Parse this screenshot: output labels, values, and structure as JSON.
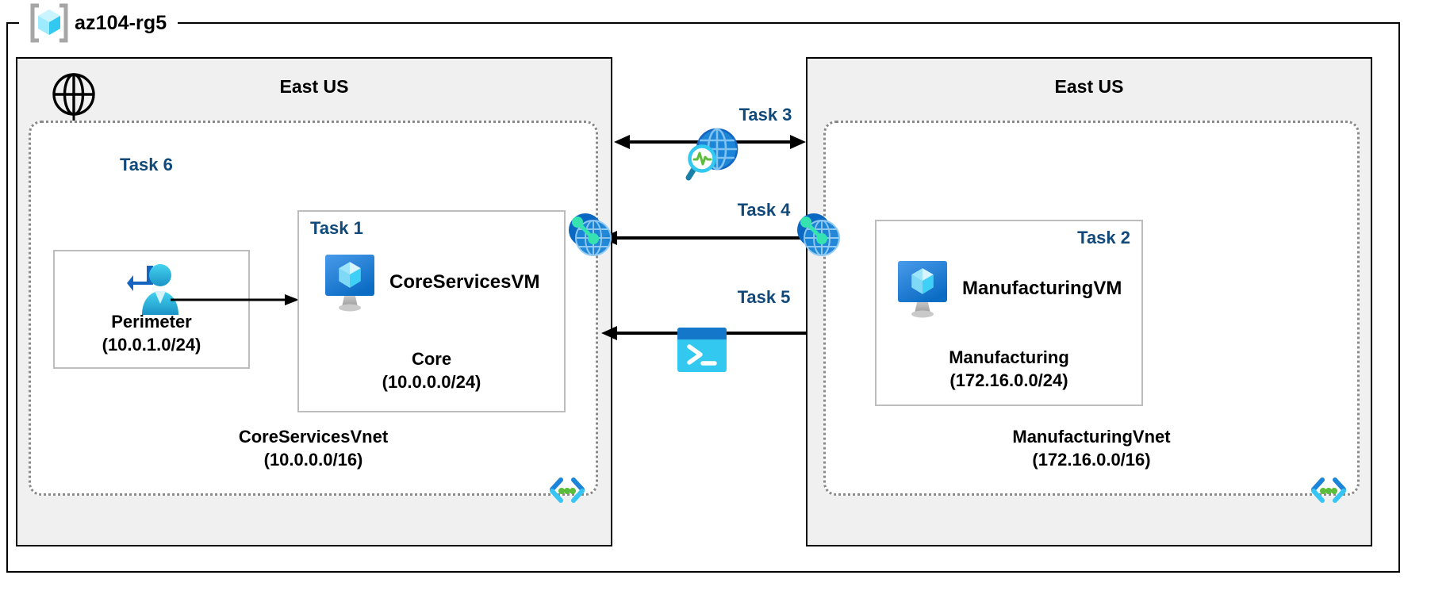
{
  "resource_group": {
    "name": "az104-rg5",
    "icon": "azure-resource-group-icon"
  },
  "regions": [
    {
      "id": "left",
      "title": "East US"
    },
    {
      "id": "right",
      "title": "East US"
    }
  ],
  "vnets": [
    {
      "id": "core",
      "name": "CoreServicesVnet",
      "cidr": "(10.0.0.0/16)",
      "corner_icon": "vnet-icon"
    },
    {
      "id": "mfg",
      "name": "ManufacturingVnet",
      "cidr": "(172.16.0.0/16)",
      "corner_icon": "vnet-icon"
    }
  ],
  "subnets": [
    {
      "id": "perimeter",
      "task": "Task 6",
      "name": "Perimeter",
      "cidr": "(10.0.1.0/24)",
      "icon": "user-signin-icon"
    },
    {
      "id": "core",
      "task": "Task 1",
      "name": "Core",
      "cidr": "(10.0.0.0/24)",
      "vm": "CoreServicesVM",
      "icon": "virtual-machine-icon"
    },
    {
      "id": "mfg",
      "task": "Task 2",
      "name": "Manufacturing",
      "cidr": "(172.16.0.0/24)",
      "vm": "ManufacturingVM",
      "icon": "virtual-machine-icon"
    }
  ],
  "center_tasks": [
    {
      "id": "task3",
      "label": "Task 3",
      "icon": "network-watcher-icon"
    },
    {
      "id": "task4",
      "label": "Task 4",
      "icon": "none"
    },
    {
      "id": "task5",
      "label": "Task 5",
      "icon": "cloud-shell-icon"
    }
  ],
  "peering_icons": [
    {
      "id": "peering-left",
      "icon": "vnet-peering-icon"
    },
    {
      "id": "peering-right",
      "icon": "vnet-peering-icon"
    }
  ],
  "internet": {
    "icon": "globe-icon"
  },
  "colors": {
    "task_blue": "#10497a",
    "region_fill": "#f0f0f0",
    "vnet_border": "#8a8a8a",
    "subnet_border": "#bdbdbd",
    "azure_blue": "#0078d4",
    "cyan": "#32c8f0",
    "green": "#5bbd3b",
    "frame": "#000000"
  }
}
